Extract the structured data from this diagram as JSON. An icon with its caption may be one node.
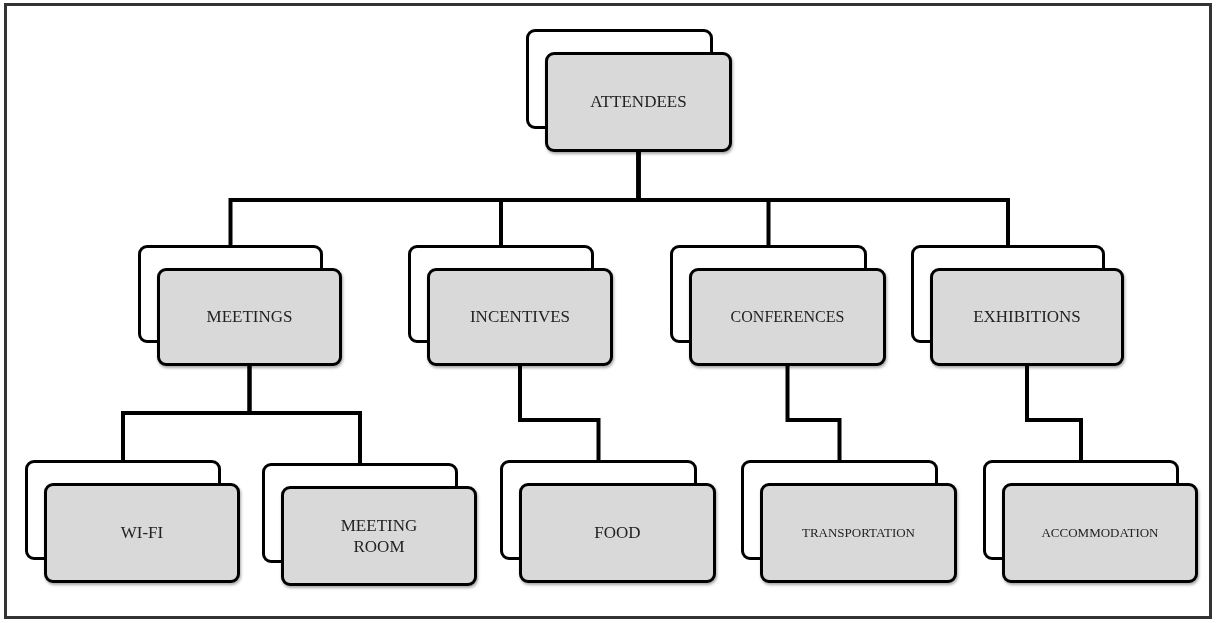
{
  "diagram": {
    "nodes": [
      {
        "text": [
          "ATTENDEES"
        ]
      },
      {
        "text": [
          "MEETINGS"
        ]
      },
      {
        "text": [
          "INCENTIVES"
        ]
      },
      {
        "text": [
          "CONFERENCES"
        ]
      },
      {
        "text": [
          "EXHIBITIONS"
        ]
      },
      {
        "text": [
          "WI-FI"
        ]
      },
      {
        "text": [
          "MEETING ROOM"
        ]
      },
      {
        "text": [
          "FOOD"
        ]
      },
      {
        "text": [
          "TRANSPORTATION"
        ]
      },
      {
        "text": [
          "ACCOMMODATION"
        ]
      }
    ],
    "edges": [
      {
        "from": 0,
        "to": 1,
        "arrow": "none"
      },
      {
        "from": 0,
        "to": 2,
        "arrow": "none"
      },
      {
        "from": 0,
        "to": 3,
        "arrow": "none"
      },
      {
        "from": 0,
        "to": 4,
        "arrow": "none"
      },
      {
        "from": 1,
        "to": 5,
        "arrow": "none"
      },
      {
        "from": 1,
        "to": 6,
        "arrow": "none"
      },
      {
        "from": 2,
        "to": 7,
        "arrow": "none"
      },
      {
        "from": 3,
        "to": 8,
        "arrow": "none"
      },
      {
        "from": 4,
        "to": 9,
        "arrow": "none"
      }
    ]
  }
}
